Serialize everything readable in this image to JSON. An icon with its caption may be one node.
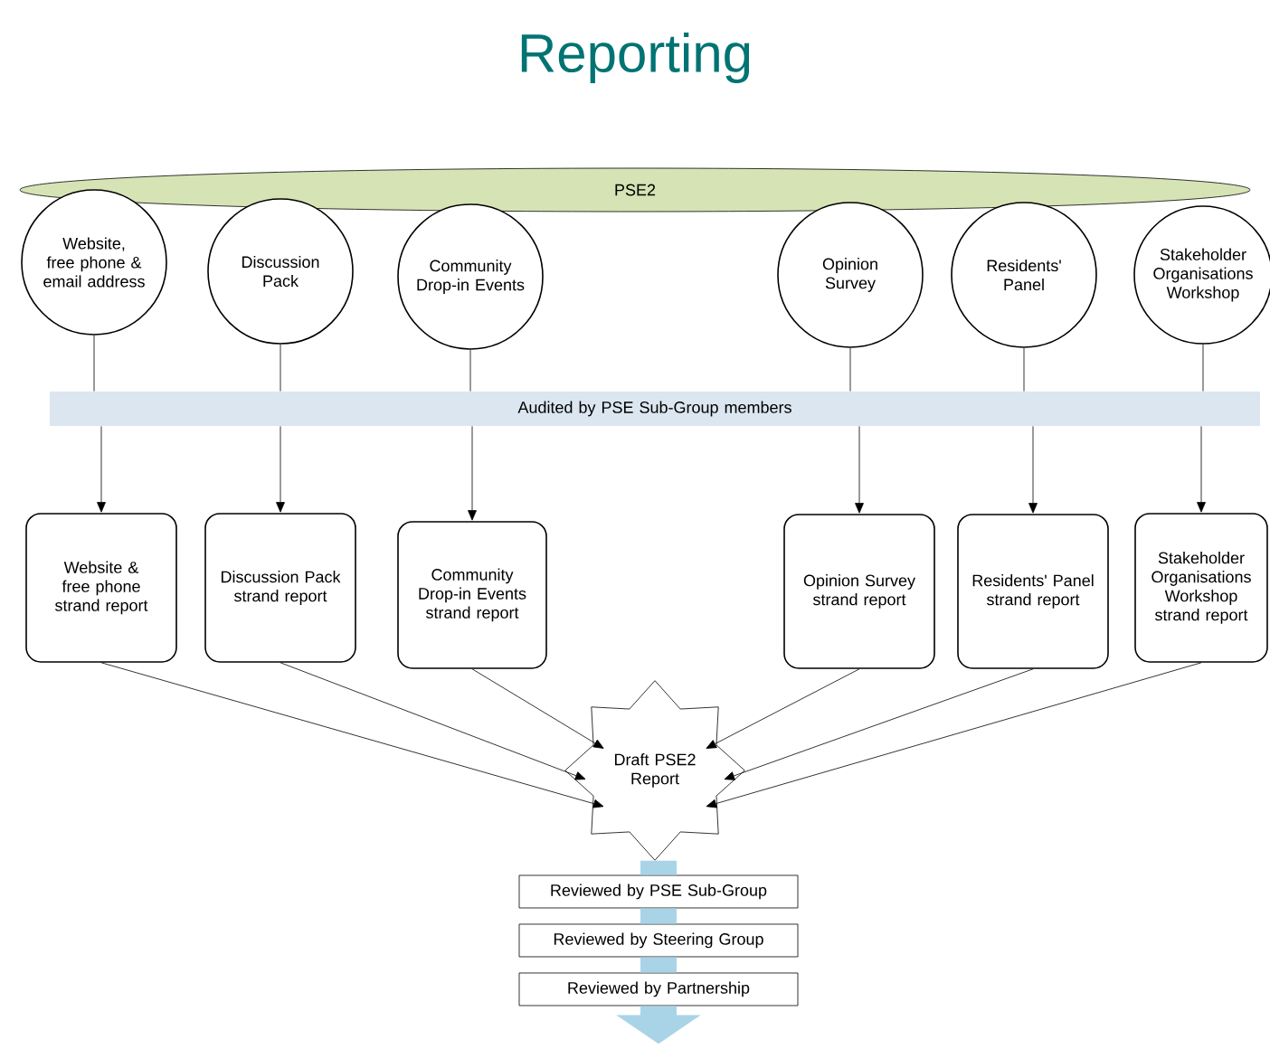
{
  "diagram": {
    "title": "Reporting",
    "nodes": [
      {
        "text": [
          "PSE2"
        ]
      },
      {
        "text": [
          "Website, free phone & email address"
        ]
      },
      {
        "text": [
          "Discussion Pack"
        ]
      },
      {
        "text": [
          "Community Drop-in Events"
        ]
      },
      {
        "text": [
          "Opinion Survey"
        ]
      },
      {
        "text": [
          "Residents' Panel"
        ]
      },
      {
        "text": [
          "Stakeholder Organisations Workshop"
        ]
      },
      {
        "text": [
          "Audited by PSE Sub-Group members"
        ]
      },
      {
        "text": [
          "Website & free phone strand report"
        ]
      },
      {
        "text": [
          "Discussion Pack strand report"
        ]
      },
      {
        "text": [
          "Community Drop-in Events strand report"
        ]
      },
      {
        "text": [
          "Opinion Survey strand report"
        ]
      },
      {
        "text": [
          "Residents' Panel strand report"
        ]
      },
      {
        "text": [
          "Stakeholder Organisations Workshop strand report"
        ]
      },
      {
        "text": [
          "Draft PSE2 Report"
        ]
      },
      {
        "text": [
          "Reviewed by PSE Sub-Group"
        ]
      },
      {
        "text": [
          "Reviewed by Steering Group"
        ]
      },
      {
        "text": [
          "Reviewed by Partnership"
        ]
      }
    ],
    "edges": [
      {
        "from": 1,
        "to": 7,
        "arrow": "none"
      },
      {
        "from": 2,
        "to": 7,
        "arrow": "none"
      },
      {
        "from": 3,
        "to": 7,
        "arrow": "none"
      },
      {
        "from": 4,
        "to": 7,
        "arrow": "none"
      },
      {
        "from": 5,
        "to": 7,
        "arrow": "none"
      },
      {
        "from": 6,
        "to": 7,
        "arrow": "none"
      },
      {
        "from": 7,
        "to": 8,
        "arrow": "to"
      },
      {
        "from": 7,
        "to": 9,
        "arrow": "to"
      },
      {
        "from": 7,
        "to": 10,
        "arrow": "to"
      },
      {
        "from": 7,
        "to": 11,
        "arrow": "to"
      },
      {
        "from": 7,
        "to": 12,
        "arrow": "to"
      },
      {
        "from": 7,
        "to": 13,
        "arrow": "to"
      },
      {
        "from": 8,
        "to": 14,
        "arrow": "to"
      },
      {
        "from": 9,
        "to": 14,
        "arrow": "to"
      },
      {
        "from": 10,
        "to": 14,
        "arrow": "to"
      },
      {
        "from": 11,
        "to": 14,
        "arrow": "to"
      },
      {
        "from": 12,
        "to": 14,
        "arrow": "to"
      },
      {
        "from": 13,
        "to": 14,
        "arrow": "to"
      },
      {
        "from": 14,
        "to": 15,
        "arrow": "none",
        "style": "thick",
        "color": "#a9d4e8"
      },
      {
        "from": 15,
        "to": 16,
        "arrow": "none",
        "style": "thick",
        "color": "#a9d4e8"
      },
      {
        "from": 16,
        "to": 17,
        "arrow": "none",
        "style": "thick",
        "color": "#a9d4e8"
      },
      {
        "from": 17,
        "to": null,
        "arrow": "to",
        "style": "thick",
        "color": "#a9d4e8"
      }
    ]
  }
}
